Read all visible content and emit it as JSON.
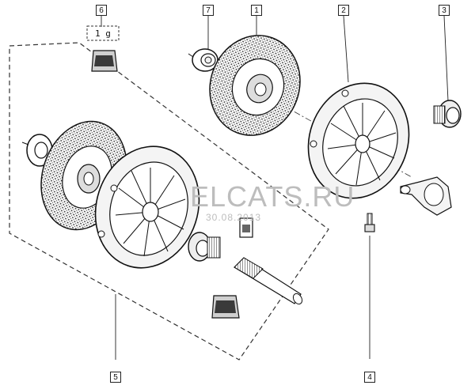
{
  "callouts": {
    "c1": "1",
    "c2": "2",
    "c3": "3",
    "c4": "4",
    "c5": "5",
    "c6": "6",
    "c7": "7"
  },
  "grease_label": "1 g",
  "watermark": {
    "text": "ELCATS.RU",
    "date": "30.08.2013"
  }
}
